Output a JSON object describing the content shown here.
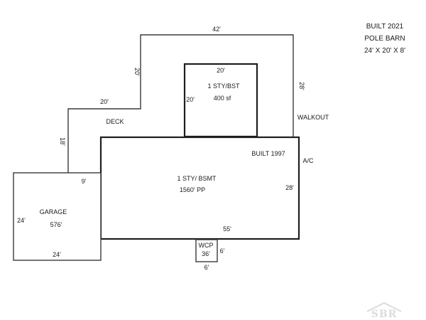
{
  "notes": {
    "line1": "BUILT 2021",
    "line2": "POLE BARN",
    "line3": "24' X 20' X 8'"
  },
  "deck": {
    "label": "DECK",
    "dims": {
      "top": "42'",
      "upper_left": "20'",
      "step": "20'",
      "lower_left": "18'",
      "right": "28'"
    }
  },
  "walkout": {
    "label": "WALKOUT"
  },
  "addition": {
    "label": "1 STY/BST",
    "area": "400 sf",
    "dims": {
      "top": "20'",
      "left": "20'"
    }
  },
  "main_house": {
    "label": "1 STY/ BSMT",
    "area": "1560' PP",
    "built": "BUILT 1997",
    "ac": "A/C",
    "dims": {
      "right": "28'",
      "bottom": "55'"
    }
  },
  "garage": {
    "label": "GARAGE",
    "area": "576'",
    "dims": {
      "left": "24'",
      "bottom": "24'",
      "offset": "9'"
    }
  },
  "wcp": {
    "label": "WCP",
    "area": "36'",
    "dims": {
      "right": "6'",
      "bottom": "6'"
    }
  },
  "watermark": "SBR"
}
